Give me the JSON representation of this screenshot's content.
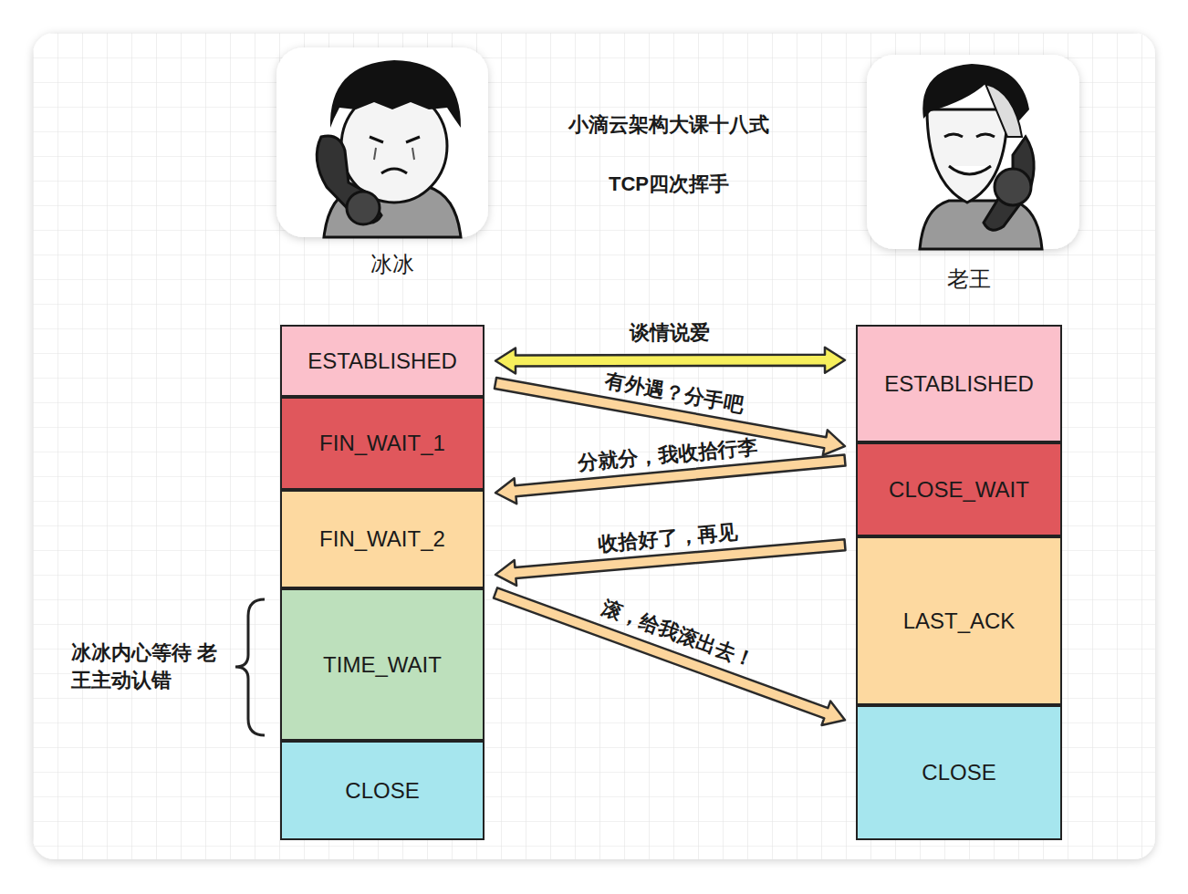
{
  "diagram": {
    "title": "小滴云架构大课十八式",
    "nodes": [
      {
        "text": [
          "ESTABLISHED"
        ]
      },
      {
        "text": [
          "FIN_WAIT_1"
        ]
      },
      {
        "text": [
          "FIN_WAIT_2"
        ]
      },
      {
        "text": [
          "TIME_WAIT"
        ]
      },
      {
        "text": [
          "CLOSE"
        ]
      },
      {
        "text": [
          "ESTABLISHED"
        ]
      },
      {
        "text": [
          "CLOSE_WAIT"
        ]
      },
      {
        "text": [
          "LAST_ACK"
        ]
      },
      {
        "text": [
          "CLOSE"
        ]
      }
    ],
    "edges": [
      {
        "from": 0,
        "to": 5,
        "arrow": "both",
        "label": "谈情说爱"
      },
      {
        "from": 0,
        "to": 6,
        "arrow": "to",
        "label": "有外遇？分手吧"
      },
      {
        "from": 6,
        "to": 2,
        "arrow": "to",
        "label": "分就分，我收拾行李"
      },
      {
        "from": 7,
        "to": 2,
        "arrow": "to",
        "label": "收拾好了，再见"
      },
      {
        "from": 3,
        "to": 8,
        "arrow": "to",
        "label": "滚，给我滚出去！"
      }
    ],
    "labels": [
      "TCP四次挥手",
      "冰冰",
      "老王",
      "冰冰内心等待 老王主动认错"
    ]
  }
}
